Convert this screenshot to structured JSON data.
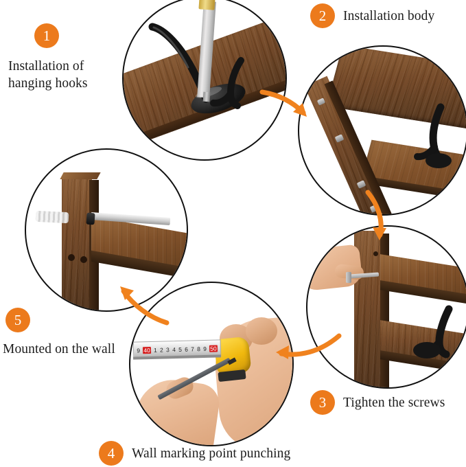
{
  "doc": {
    "title": "Wall shelf with hooks — installation steps",
    "background_color": "#ffffff",
    "accent_color": "#ec7a1c",
    "text_color": "#1c1c1c",
    "circle_border_color": "#111111",
    "wood_color": "#734623",
    "hook_color": "#1a1a1a"
  },
  "steps": [
    {
      "number": "1",
      "caption": "Installation of\nhanging hooks",
      "photo_alt": "Black double hook being screwed onto a dark wooden shelf board with a screwdriver"
    },
    {
      "number": "2",
      "caption": "Installation body",
      "photo_alt": "Assembled shelf body: two wooden shelf boards attached to an angled side support with a hook"
    },
    {
      "number": "3",
      "caption": "Tighten the screws",
      "photo_alt": "Hand using a hex key to tighten a screw on the shelf upright"
    },
    {
      "number": "4",
      "caption": "Wall marking point punching",
      "photo_alt": "Hands holding a yellow tape measure and a pencil marking the wall"
    },
    {
      "number": "5",
      "caption": "Mounted on the wall",
      "photo_alt": "Screw and wall anchor driven through the shelf upright into the wall"
    }
  ],
  "tape_measure": {
    "marks": [
      "9",
      "40",
      "1",
      "2",
      "3",
      "4",
      "5",
      "6",
      "7",
      "8",
      "9",
      "50"
    ],
    "highlight_marks": [
      "40",
      "50"
    ],
    "highlight_color": "#d62020",
    "body_color": "#f2c21a"
  },
  "arrows": [
    {
      "name": "arrow-step1-to-step2",
      "from": "1",
      "to": "2",
      "direction": "down-right"
    },
    {
      "name": "arrow-step2-to-step3",
      "from": "2",
      "to": "3",
      "direction": "down"
    },
    {
      "name": "arrow-step3-to-step4",
      "from": "3",
      "to": "4",
      "direction": "left"
    },
    {
      "name": "arrow-step4-to-step5",
      "from": "4",
      "to": "5",
      "direction": "up-left"
    }
  ]
}
